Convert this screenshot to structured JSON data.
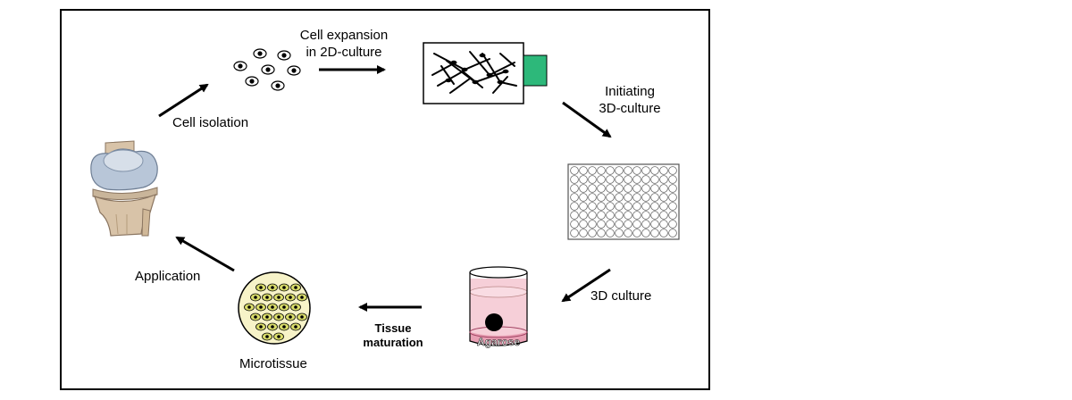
{
  "labels": {
    "cell_expansion_line1": "Cell expansion",
    "cell_expansion_line2": "in 2D-culture",
    "cell_isolation": "Cell isolation",
    "initiating_line1": "Initiating",
    "initiating_line2": "3D-culture",
    "culture_3d": "3D culture",
    "tissue_line1": "Tissue",
    "tissue_line2": "maturation",
    "application": "Application",
    "microtissue": "Microtissue",
    "agarose": "Agarose"
  },
  "colors": {
    "flask_cap": "#2db87a",
    "medium": "#f6cfd8",
    "agarose_band": "#e8a0b4",
    "spheroid": "#000000",
    "microtissue_fill": "#f7f3c8",
    "microtissue_cell": "#d9dc6a",
    "knee_bone": "#d8c3a8",
    "knee_cartilage": "#b8c6d8"
  },
  "icons": [
    "knee-joint-icon",
    "isolated-cells-icon",
    "culture-flask-icon",
    "well-plate-icon",
    "agarose-well-icon",
    "microtissue-icon"
  ]
}
